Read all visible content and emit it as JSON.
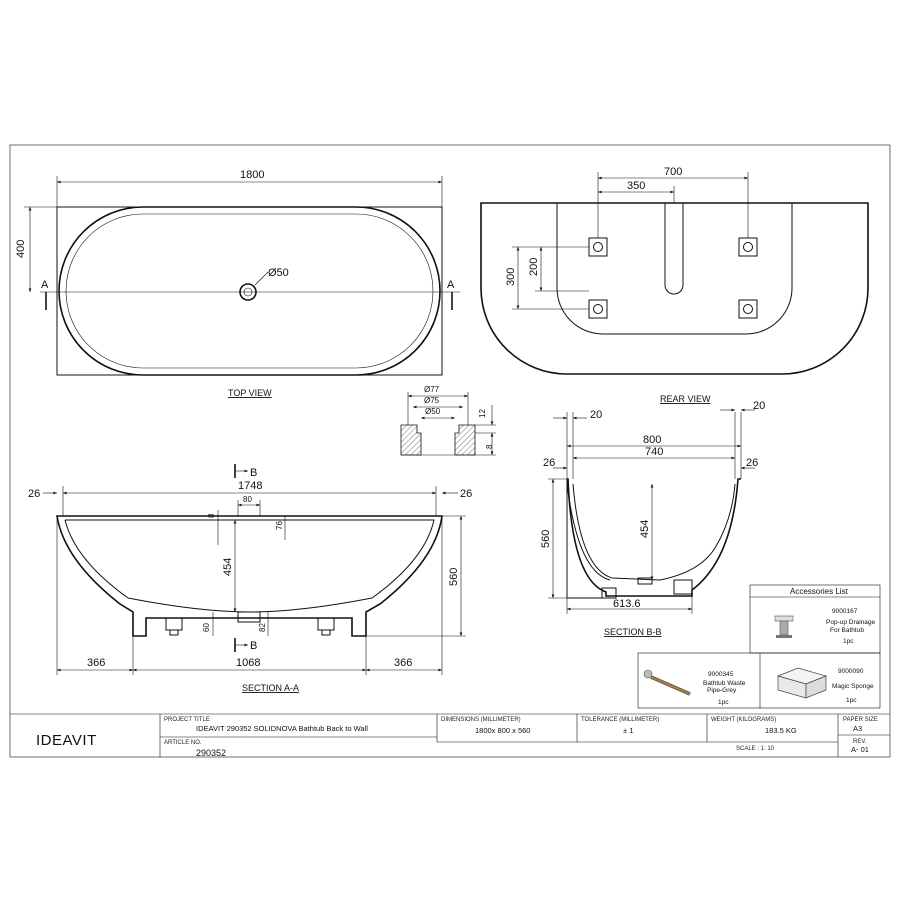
{
  "views": {
    "top": "TOP VIEW",
    "rear": "REAR VIEW",
    "section_aa": "SECTION A-A",
    "section_bb": "SECTION B-B"
  },
  "top_view": {
    "length": "1800",
    "width_half": "400",
    "drain": "Ø50",
    "section_mark": "A"
  },
  "rear_view": {
    "spacing_700": "700",
    "spacing_350": "350",
    "height_300": "300",
    "height_200": "200"
  },
  "drain_detail": {
    "d77": "Ø77",
    "d75": "Ø75",
    "d50": "Ø50",
    "h12": "12",
    "h8": "8"
  },
  "section_aa": {
    "inner_length": "1748",
    "edge_left": "26",
    "edge_right": "26",
    "rim_8": "8",
    "dim_80": "80",
    "dim_76": "76",
    "depth_454": "454",
    "height_560": "560",
    "dim_60": "60",
    "dim_82": "82",
    "foot_left": "366",
    "foot_mid": "1068",
    "foot_right": "366",
    "section_mark": "B"
  },
  "section_bb": {
    "rim_left": "20",
    "rim_right": "20",
    "outer_800": "800",
    "inner_740": "740",
    "edge_left": "26",
    "edge_right": "26",
    "height_560": "560",
    "depth_454": "454",
    "base_613": "613.6"
  },
  "accessories": {
    "title": "Accessories List",
    "items": [
      {
        "code": "9000167",
        "name": "Pop-up Drainage For Bathtub",
        "qty": "1pc"
      },
      {
        "code": "9000345",
        "name": "Bathtub Waste Pipe-Grey",
        "qty": "1pc"
      },
      {
        "code": "9000090",
        "name": "Magic Sponge",
        "qty": "1pc"
      }
    ]
  },
  "title_block": {
    "brand": "IDEAVIT",
    "project_label": "PROJECT TITLE",
    "project_value": "IDEAVIT  290352 SOLIDNOVA Bathtub Back to Wall",
    "article_label": "ARTICLE NO.",
    "article_value": "290352",
    "dimensions_label": "DIMENSIONS (MILLIMETER)",
    "dimensions_value": "1800x 800 x 560",
    "tolerance_label": "TOLERANCE (MILLIMETER)",
    "tolerance_value": "± 1",
    "weight_label": "WEIGHT (KILOGRAMS)",
    "weight_value": "183.5 KG",
    "scale_value": "SCALE : 1: 10",
    "paper_label": "PAPER SIZE",
    "paper_value": "A3",
    "rev_label": "REV.",
    "rev_value": "A- 01"
  }
}
